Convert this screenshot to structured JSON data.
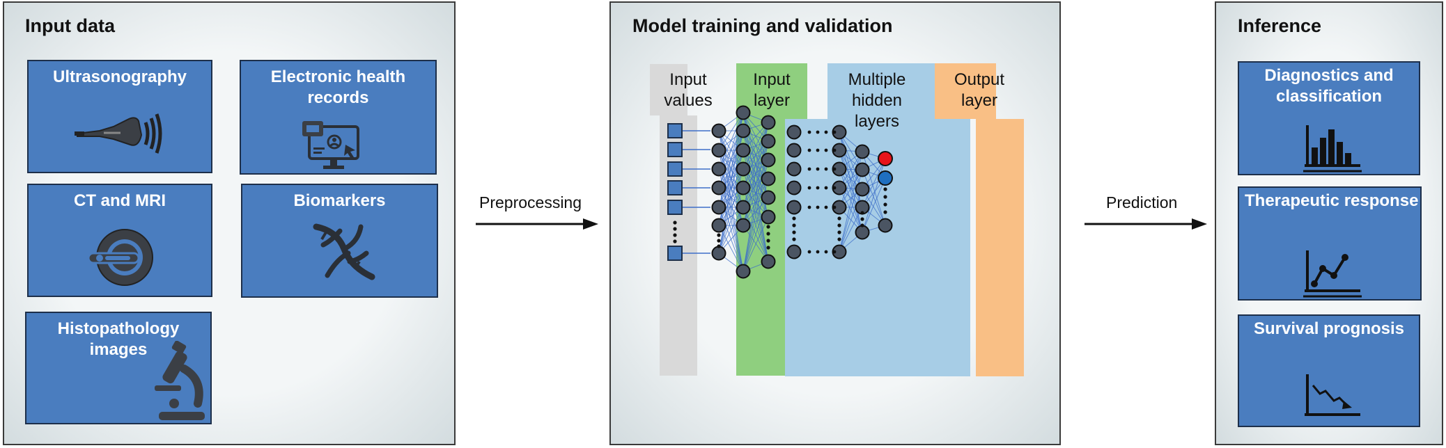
{
  "input_panel": {
    "title": "Input data",
    "cards": [
      {
        "label": "Ultrasonography",
        "icon": "ultrasound-probe-icon"
      },
      {
        "label": "Electronic health\nrecords",
        "icon": "computer-records-icon"
      },
      {
        "label": "CT and MRI",
        "icon": "ct-scanner-icon"
      },
      {
        "label": "Biomarkers",
        "icon": "dna-icon"
      },
      {
        "label": "Histopathology\nimages",
        "icon": "microscope-icon"
      }
    ]
  },
  "arrows": {
    "preprocessing": "Preprocessing",
    "prediction": "Prediction"
  },
  "model_panel": {
    "title": "Model training and validation",
    "columns": {
      "input_values": "Input\nvalues",
      "input_layer": "Input\nlayer",
      "hidden_layers": "Multiple\nhidden\nlayers",
      "output_layer": "Output\nlayer"
    },
    "colors": {
      "input_values_bg": "#d9d9d9",
      "input_layer_bg": "#8fcf7f",
      "hidden_bg": "#a7cde6",
      "output_bg": "#f9bf85",
      "node": "#4b5563",
      "edge": "#3e6fc9",
      "output_red": "#e8141a",
      "output_blue": "#1f6fc0"
    }
  },
  "inference_panel": {
    "title": "Inference",
    "cards": [
      {
        "label": "Diagnostics and\nclassification",
        "icon": "bar-chart-icon"
      },
      {
        "label": "Therapeutic response",
        "icon": "line-chart-icon"
      },
      {
        "label": "Survival prognosis",
        "icon": "declining-chart-icon"
      }
    ]
  }
}
